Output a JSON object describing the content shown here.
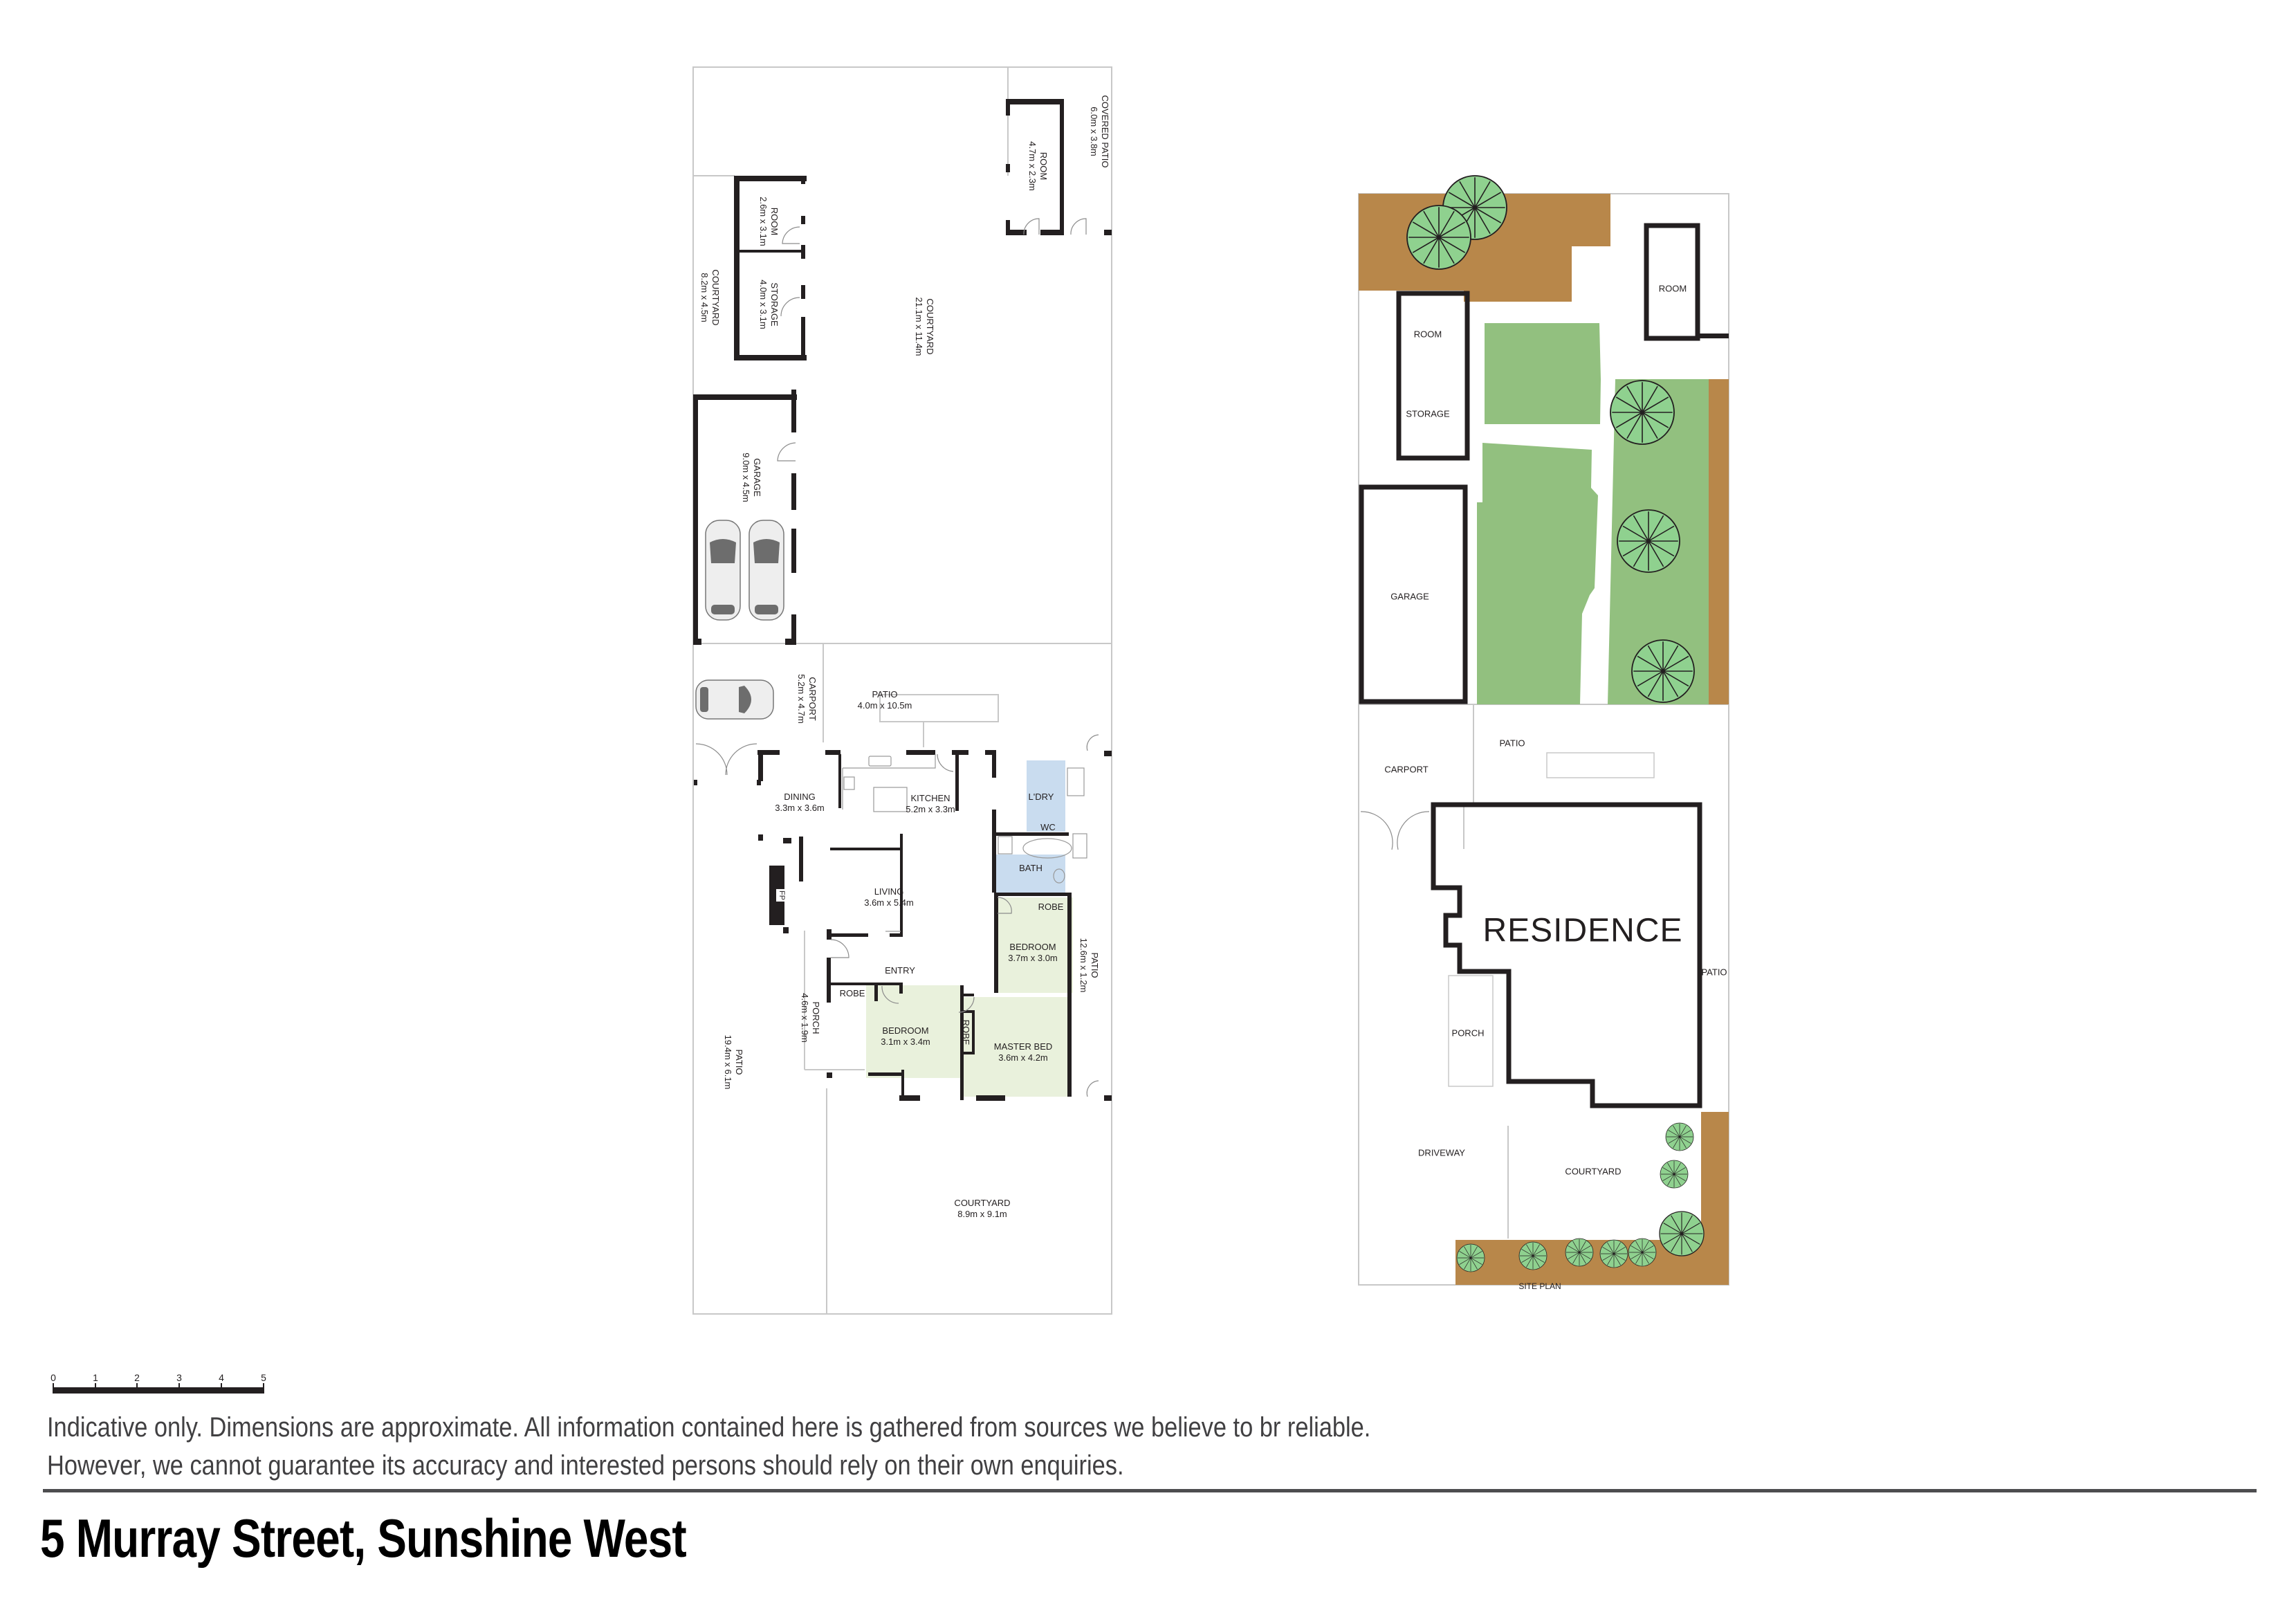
{
  "colors": {
    "wall": "#231f20",
    "outline": "#c8c8c8",
    "bedroom_fill": "#e9f1dc",
    "wet_fill": "#c9dcef",
    "lawn": "#92c07f",
    "mulch": "#b8874a",
    "tree": "#8fd18f"
  },
  "floor_plan": {
    "rooms": [
      {
        "id": "covered-patio",
        "name": "COVERED PATIO",
        "dims": "6.0m x 3.8m"
      },
      {
        "id": "room-rear",
        "name": "ROOM",
        "dims": "4.7m x 2.3m"
      },
      {
        "id": "room-left",
        "name": "ROOM",
        "dims": "2.6m x 3.1m"
      },
      {
        "id": "storage",
        "name": "STORAGE",
        "dims": "4.0m x 3.1m"
      },
      {
        "id": "courtyard-left",
        "name": "COURTYARD",
        "dims": "8.2m x 4.5m"
      },
      {
        "id": "courtyard-rear",
        "name": "COURTYARD",
        "dims": "21.1m x 11.4m"
      },
      {
        "id": "garage",
        "name": "GARAGE",
        "dims": "9.0m x 4.5m"
      },
      {
        "id": "carport",
        "name": "CARPORT",
        "dims": "5.2m x 4.7m"
      },
      {
        "id": "patio-top",
        "name": "PATIO",
        "dims": "4.0m x 10.5m"
      },
      {
        "id": "dining",
        "name": "DINING",
        "dims": "3.3m x 3.6m"
      },
      {
        "id": "kitchen",
        "name": "KITCHEN",
        "dims": "5.2m x 3.3m"
      },
      {
        "id": "laundry",
        "name": "L'DRY",
        "dims": ""
      },
      {
        "id": "wc",
        "name": "WC",
        "dims": ""
      },
      {
        "id": "bath",
        "name": "BATH",
        "dims": ""
      },
      {
        "id": "robe-1",
        "name": "ROBE",
        "dims": ""
      },
      {
        "id": "living",
        "name": "LIVING",
        "dims": "3.6m x 5.4m"
      },
      {
        "id": "fireplace",
        "name": "FP",
        "dims": ""
      },
      {
        "id": "bedroom-2",
        "name": "BEDROOM",
        "dims": "3.7m x 3.0m"
      },
      {
        "id": "patio-side",
        "name": "PATIO",
        "dims": "12.6m x 1.2m"
      },
      {
        "id": "entry",
        "name": "ENTRY",
        "dims": ""
      },
      {
        "id": "robe-2",
        "name": "ROBE",
        "dims": ""
      },
      {
        "id": "porch",
        "name": "PORCH",
        "dims": "4.6m x 1.9m"
      },
      {
        "id": "bedroom-3",
        "name": "BEDROOM",
        "dims": "3.1m x 3.4m"
      },
      {
        "id": "robe-3",
        "name": "ROBE",
        "dims": ""
      },
      {
        "id": "master-bed",
        "name": "MASTER BED",
        "dims": "3.6m x 4.2m"
      },
      {
        "id": "patio-front",
        "name": "PATIO",
        "dims": "19.4m x 6.1m"
      },
      {
        "id": "courtyard-front",
        "name": "COURTYARD",
        "dims": "8.9m x 9.1m"
      }
    ]
  },
  "site_plan": {
    "labels": {
      "room_rear": "ROOM",
      "room_left": "ROOM",
      "storage": "STORAGE",
      "garage": "GARAGE",
      "carport": "CARPORT",
      "patio_top": "PATIO",
      "residence": "RESIDENCE",
      "patio_side": "PATIO",
      "porch": "PORCH",
      "driveway": "DRIVEWAY",
      "courtyard": "COURTYARD"
    },
    "caption": "SITE PLAN"
  },
  "scale_bar": {
    "ticks": [
      "0",
      "1",
      "2",
      "3",
      "4",
      "5"
    ]
  },
  "disclaimer": {
    "line1": "Indicative only. Dimensions are approximate. All information contained here is gathered from sources we believe to br reliable.",
    "line2": "However, we cannot guarantee its accuracy and interested persons should rely on their own enquiries."
  },
  "title": "5 Murray Street, Sunshine West"
}
